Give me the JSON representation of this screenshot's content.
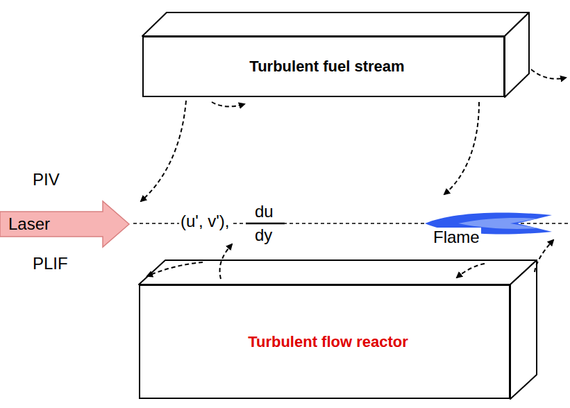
{
  "diagram": {
    "nodes": [
      {
        "text": [
          "Turbulent fuel stream"
        ]
      },
      {
        "text": [
          "Turbulent flow reactor"
        ]
      },
      {
        "text": [
          "Laser"
        ]
      }
    ],
    "labels": [
      "PIV",
      "PLIF",
      "(u', v'),",
      "du",
      "dy",
      "Flame"
    ]
  }
}
